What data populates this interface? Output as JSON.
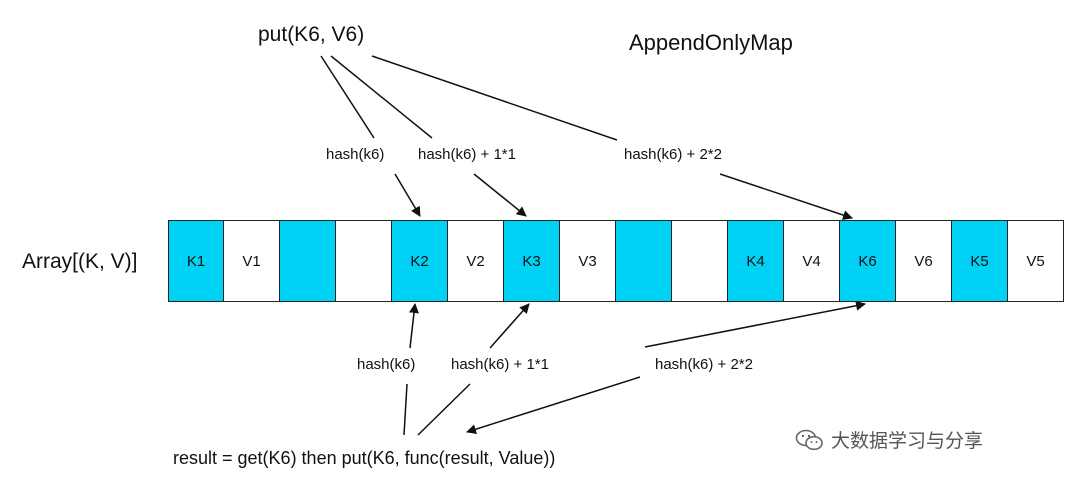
{
  "title": "AppendOnlyMap",
  "array_label": "Array[(K, V)]",
  "put_call": "put(K6, V6)",
  "top_hashes": [
    "hash(k6)",
    "hash(k6) + 1*1",
    "hash(k6) + 2*2"
  ],
  "bottom_hashes": [
    "hash(k6)",
    "hash(k6) + 1*1",
    "hash(k6) + 2*2"
  ],
  "result_expr": "result = get(K6) then put(K6, func(result, Value))",
  "cells": [
    {
      "text": "K1",
      "key": true
    },
    {
      "text": "V1",
      "key": false
    },
    {
      "text": "",
      "key": true
    },
    {
      "text": "",
      "key": false
    },
    {
      "text": "K2",
      "key": true
    },
    {
      "text": "V2",
      "key": false
    },
    {
      "text": "K3",
      "key": true
    },
    {
      "text": "V3",
      "key": false
    },
    {
      "text": "",
      "key": true
    },
    {
      "text": "",
      "key": false
    },
    {
      "text": "K4",
      "key": true
    },
    {
      "text": "V4",
      "key": false
    },
    {
      "text": "K6",
      "key": true
    },
    {
      "text": "V6",
      "key": false
    },
    {
      "text": "K5",
      "key": true
    },
    {
      "text": "V5",
      "key": false
    }
  ],
  "colors": {
    "key_cell": "#00d2f5",
    "value_cell": "#ffffff",
    "line": "#111111"
  },
  "watermark": {
    "icon": "wechat-icon",
    "text": "大数据学习与分享"
  }
}
